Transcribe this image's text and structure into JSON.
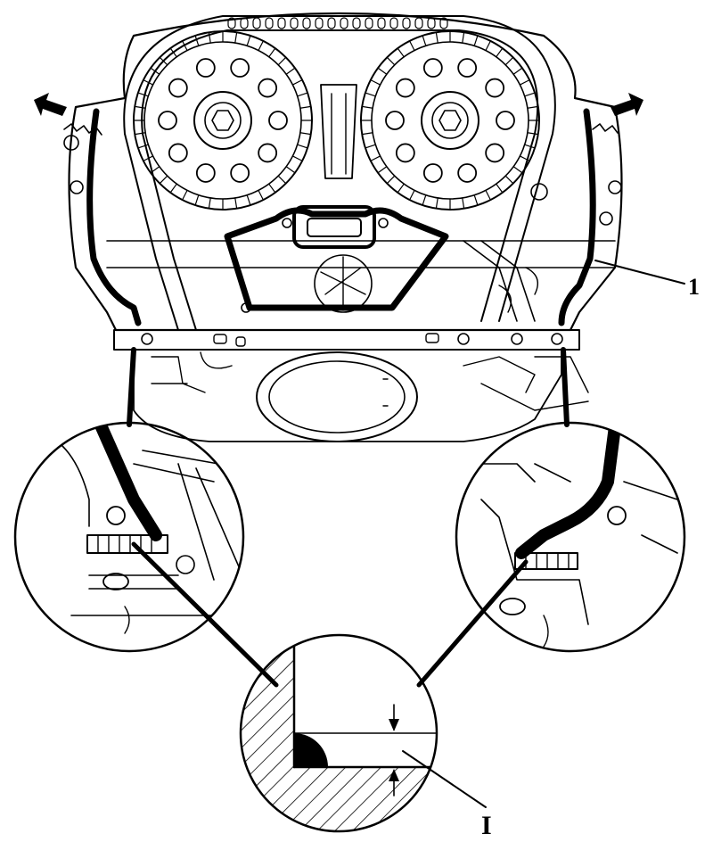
{
  "callouts": {
    "part_1": "1",
    "detail_I": "I"
  },
  "colors": {
    "ink": "#000000",
    "paper": "#ffffff"
  },
  "icons": [
    "arrow-left-indicator",
    "arrow-right-indicator"
  ]
}
